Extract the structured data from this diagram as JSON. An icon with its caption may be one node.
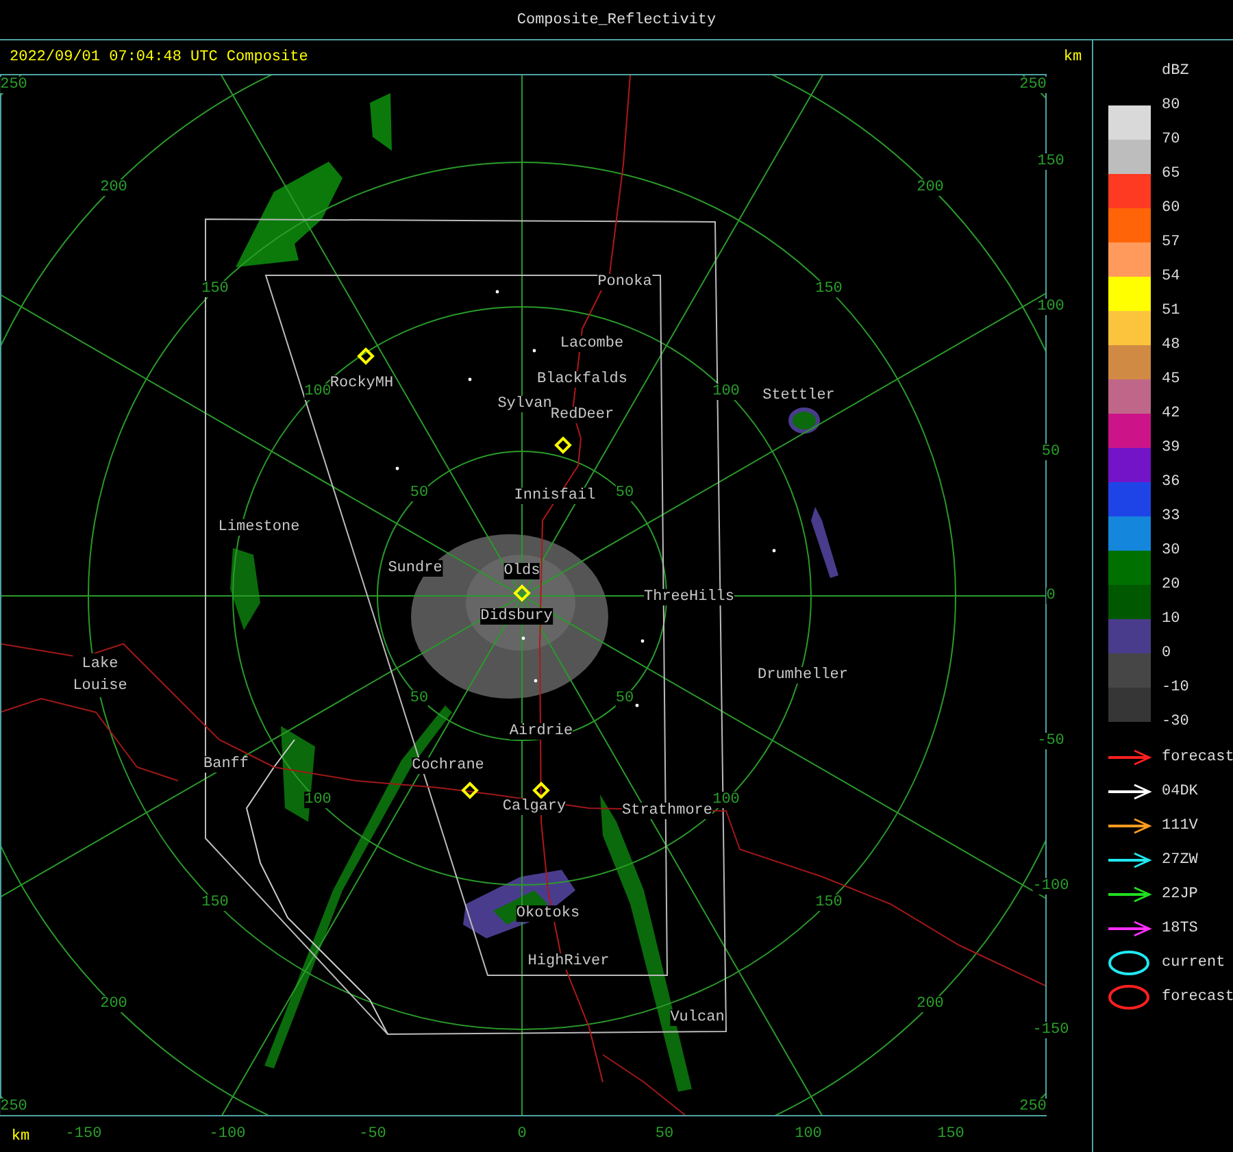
{
  "diagram": {
    "title": "Composite_Reflectivity",
    "labels": [
      "2022/09/01 07:04:48 UTC Composite",
      "km",
      "dBZ",
      "250",
      "250",
      "150",
      "200",
      "200",
      "Ponoka",
      "150",
      "150",
      "100",
      "Lacombe",
      "100",
      "RockyMH",
      "Blackfalds",
      "100",
      "Stettler",
      "Sylvan",
      "RedDeer",
      "50",
      "50",
      "Innisfail",
      "50",
      "Limestone",
      "Sundre",
      "Olds",
      "ThreeHills",
      "0",
      "Didsbury",
      "Lake Louise",
      "Drumheller",
      "50",
      "50",
      "Airdrie",
      "-50",
      "Banff",
      "Cochrane",
      "100",
      "Calgary",
      "Strathmore",
      "100",
      "-100",
      "150",
      "Okotoks",
      "150",
      "HighRiver",
      "200",
      "Vulcan",
      "200",
      "-150",
      "250",
      "250",
      "km",
      "-150",
      "-100",
      "-50",
      "0",
      "50",
      "100",
      "150",
      "-30"
    ],
    "legend": [
      {
        "text": "80",
        "color": "#d9d9d9"
      },
      {
        "text": "70",
        "color": "#bdbdbd"
      },
      {
        "text": "65",
        "color": "#ff3a22"
      },
      {
        "text": "60",
        "color": "#ff6408"
      },
      {
        "text": "57",
        "color": "#ff9a5c"
      },
      {
        "text": "54",
        "color": "#ffff00"
      },
      {
        "text": "51",
        "color": "#fcc43c"
      },
      {
        "text": "48",
        "color": "#d08a44"
      },
      {
        "text": "45",
        "color": "#c06688"
      },
      {
        "text": "42",
        "color": "#cc1488"
      },
      {
        "text": "39",
        "color": "#7414c8"
      },
      {
        "text": "36",
        "color": "#1e44e8"
      },
      {
        "text": "33",
        "color": "#1486dc"
      },
      {
        "text": "30",
        "color": "#007000"
      },
      {
        "text": "20",
        "color": "#005800"
      },
      {
        "text": "10",
        "color": "#4a3c8c"
      },
      {
        "text": "0",
        "color": "#464646"
      },
      {
        "text": "-10",
        "color": "#363636"
      },
      {
        "text": "forecast"
      },
      {
        "text": "04DK"
      },
      {
        "text": "111V"
      },
      {
        "text": "27ZW"
      },
      {
        "text": "22JP"
      },
      {
        "text": "18TS"
      },
      {
        "text": "current"
      },
      {
        "text": "forecast"
      }
    ]
  }
}
